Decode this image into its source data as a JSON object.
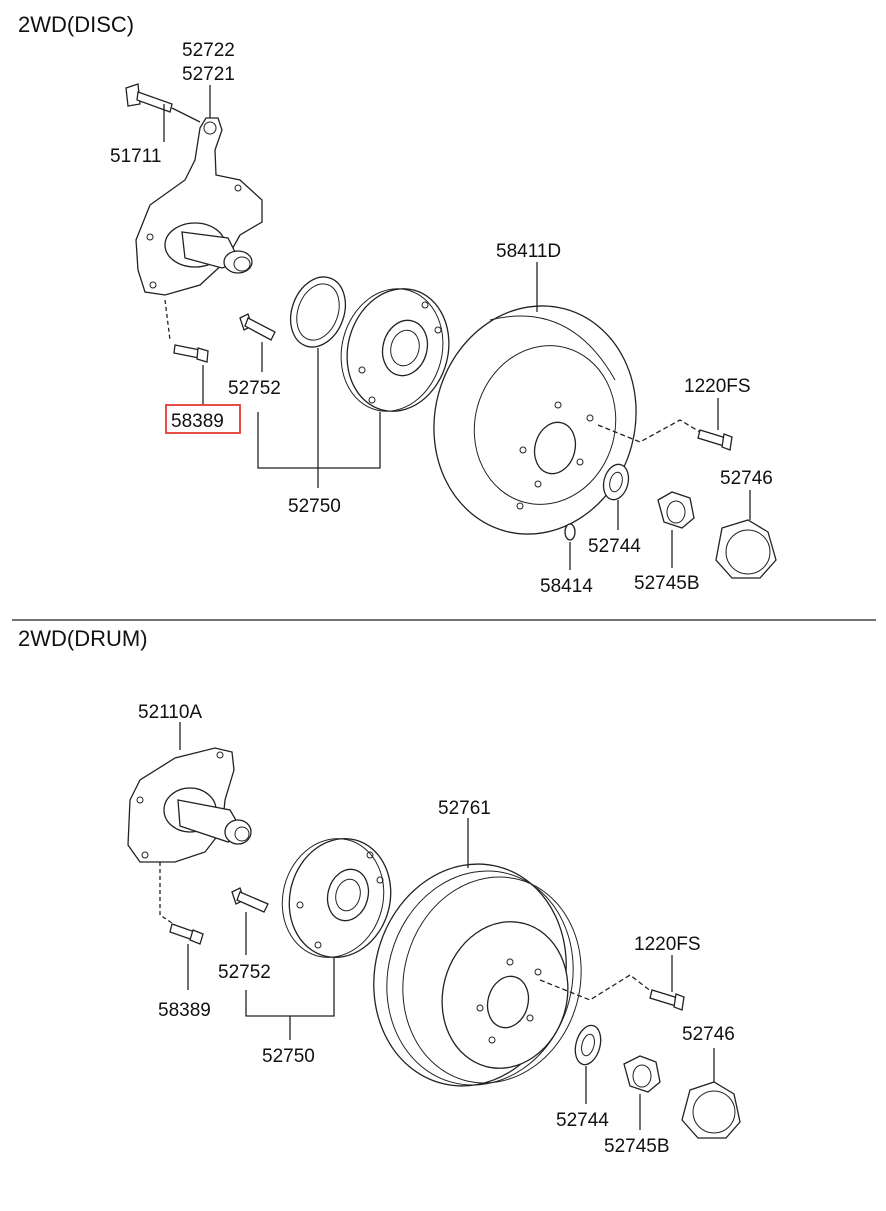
{
  "sections": {
    "disc": {
      "title": "2WD(DISC)",
      "labels": {
        "p52722": "52722",
        "p52721": "52721",
        "p51711": "51711",
        "p58389": "58389",
        "p52752": "52752",
        "p52750": "52750",
        "p58411D": "58411D",
        "p1220FS": "1220FS",
        "p52746": "52746",
        "p52744": "52744",
        "p58414": "58414",
        "p52745B": "52745B"
      },
      "highlighted_part": "58389"
    },
    "drum": {
      "title": "2WD(DRUM)",
      "labels": {
        "p52110A": "52110A",
        "p52761": "52761",
        "p58389": "58389",
        "p52752": "52752",
        "p52750": "52750",
        "p1220FS": "1220FS",
        "p52746": "52746",
        "p52744": "52744",
        "p52745B": "52745B"
      }
    }
  },
  "colors": {
    "line": "#222222",
    "highlight": "#e53935",
    "background": "#ffffff"
  }
}
